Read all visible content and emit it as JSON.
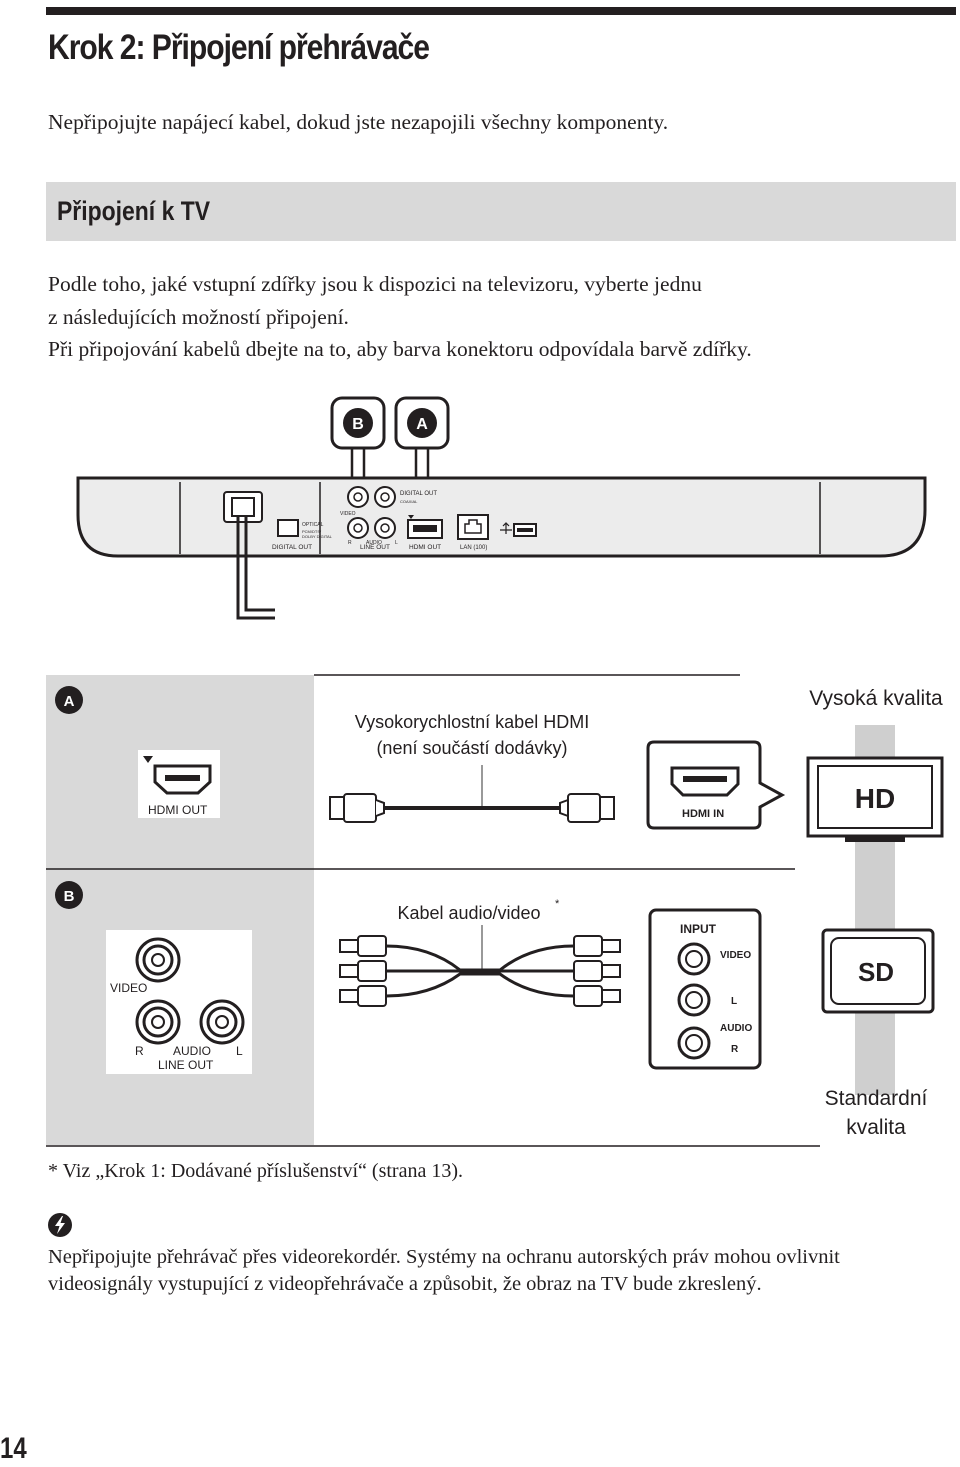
{
  "page": {
    "title": "Krok 2: Připojení přehrávače",
    "intro": "Nepřipojujte napájecí kabel, dokud jste nezapojili všechny komponenty.",
    "section_title": "Připojení k TV",
    "section_text": [
      "Podle toho, jaké vstupní zdířky jsou k dispozici na televizoru, vyberte jednu",
      "z následujících možností připojení.",
      "Při připojování kabelů dbejte na to, aby barva konektoru odpovídala barvě zdířky."
    ],
    "footnote": "* Viz „Krok 1: Dodávané příslušenství“ (strana 13).",
    "note_text": [
      "Nepřipojujte přehrávač přes videorekordér. Systémy na ochranu autorských práv mohou ovlivnit",
      "videosignály vystupující z videopřehrávače a způsobit, že obraz na TV bude zkreslený."
    ],
    "page_number": "14",
    "note_icon": "caution-icon"
  },
  "panel_labels": {
    "digital_out": "DIGITAL OUT",
    "optical": "OPTICAL",
    "pcm_dts": "PCM/DTS/",
    "dolby_digital": "DOLBY DIGITAL",
    "video": "VIDEO",
    "coaxial": "COAXIAL",
    "r": "R",
    "audio": "AUDIO",
    "l": "L",
    "line_out": "LINE OUT",
    "hdmi_out": "HDMI OUT",
    "lan": "LAN (100)",
    "usb_icon": "usb-icon"
  },
  "callouts": {
    "b": "B",
    "a": "A"
  },
  "diagram": {
    "row_a": {
      "badge": "A",
      "hdmi_out": "HDMI OUT",
      "cable_line1": "Vysokorychlostní kabel HDMI",
      "cable_line2": "(není součástí dodávky)",
      "hdmi_in": "HDMI IN",
      "quality": "Vysoká kvalita",
      "tv_label": "HD"
    },
    "row_b": {
      "badge": "B",
      "video": "VIDEO",
      "r": "R",
      "audio": "AUDIO",
      "l": "L",
      "line_out": "LINE OUT",
      "cable": "Kabel audio/video",
      "cable_star": "*",
      "input": "INPUT",
      "in_video": "VIDEO",
      "in_l": "L",
      "in_audio": "AUDIO",
      "in_r": "R",
      "tv_label": "SD",
      "quality_line1": "Standardní",
      "quality_line2": "kvalita"
    }
  },
  "colors": {
    "text": "#231f20",
    "section_bg": "#d9d9d9",
    "diagram_gray": "#d9d9d9",
    "panel_gray": "#e6e6e6"
  }
}
